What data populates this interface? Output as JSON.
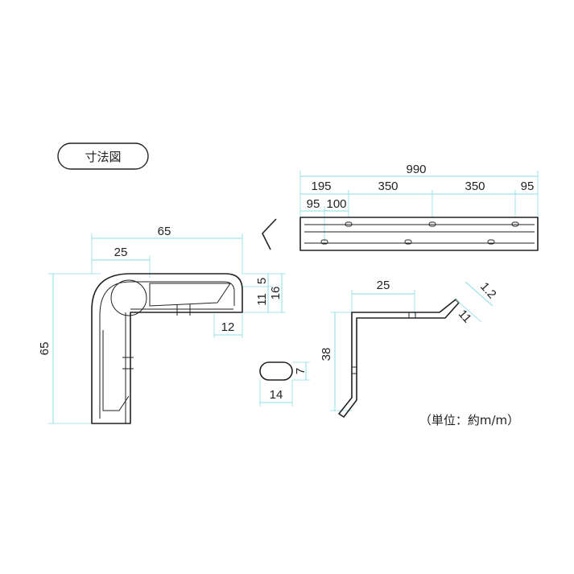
{
  "title": "寸法図",
  "unit_note": "（単位：約m/m）",
  "rail": {
    "total": "990",
    "seg1": "195",
    "seg2": "350",
    "seg3": "350",
    "seg4": "95",
    "sub1": "95",
    "sub2": "100"
  },
  "corner": {
    "width": "65",
    "inner": "25",
    "height": "65",
    "d5": "5",
    "d11": "11",
    "d16": "16",
    "d12": "12"
  },
  "slot": {
    "width": "14",
    "height": "7"
  },
  "profile": {
    "top": "25",
    "height": "38",
    "t12": "1.2",
    "t11": "11"
  }
}
